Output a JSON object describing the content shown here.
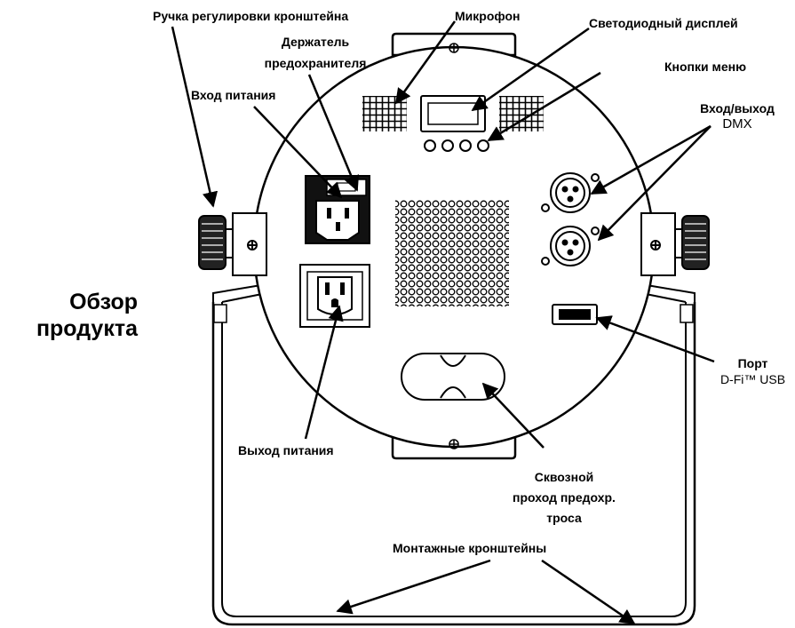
{
  "overview_title": {
    "line1": "Обзор",
    "line2": "продукта"
  },
  "callouts": {
    "bracket_knob": "Ручка регулировки кронштейна",
    "fuse_holder_line1": "Держатель",
    "fuse_holder_line2": "предохранителя",
    "power_in": "Вход питания",
    "microphone": "Микрофон",
    "led_display": "Светодиодный дисплей",
    "menu_buttons": "Кнопки меню",
    "dmx_line1": "Вход/выход",
    "dmx_line2": "DMX",
    "usb_line1": "Порт",
    "usb_line2": "D-Fi™ USB",
    "power_out": "Выход питания",
    "safety_line1": "Сквозной",
    "safety_line2": "проход предохр.",
    "safety_line3": "троса",
    "mounting_brackets": "Монтажные кронштейны"
  }
}
